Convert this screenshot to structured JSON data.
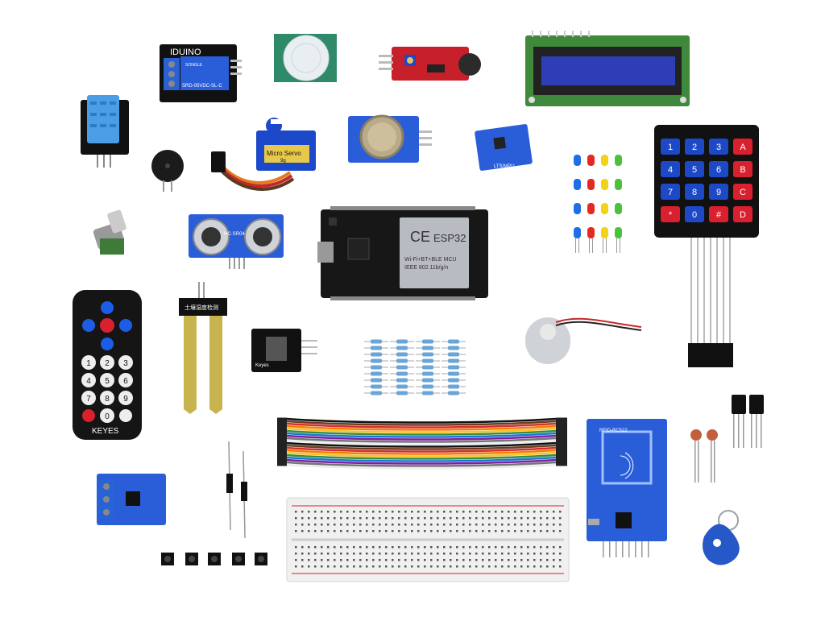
{
  "image": {
    "description_type": "product-kit-photo",
    "colors": {
      "pcb_blue": "#1f55c8",
      "pcb_dark": "#1a1a1a",
      "pcb_red": "#c8202a",
      "lcd_green": "#3e8a3a",
      "lcd_screen": "#2e3fb5",
      "keypad_blue": "#1d49c7",
      "keypad_red": "#d8202e",
      "servo_blue": "#1c49c9"
    }
  },
  "labels": {
    "relay_brand": "IDUINO",
    "relay_model": "SRD-05VDC-SL-C",
    "relay_brand2": "SONGLE",
    "servo_text": "Micro Servo",
    "servo_model": "9g",
    "ultrasonic_model": "HC-SR04",
    "esp32_chip": "ESP32",
    "esp32_line1": "Wi-Fi+BT+BLE MCU",
    "esp32_line2": "IEEE 802.11b/g/n",
    "esp32_ce": "CE",
    "soil_chinese": "土壤湿度检测",
    "remote_brand": "KEYES",
    "joystick_brand": "Keyes",
    "rfid_model": "RFID-RC522",
    "mpu_label": "LTS/MPU"
  },
  "keypad": {
    "keys": [
      "1",
      "2",
      "3",
      "A",
      "4",
      "5",
      "6",
      "B",
      "7",
      "8",
      "9",
      "C",
      "*",
      "0",
      "#",
      "D"
    ]
  },
  "remote": {
    "keys": [
      "1",
      "2",
      "3",
      "4",
      "5",
      "6",
      "7",
      "8",
      "9",
      "0"
    ]
  }
}
